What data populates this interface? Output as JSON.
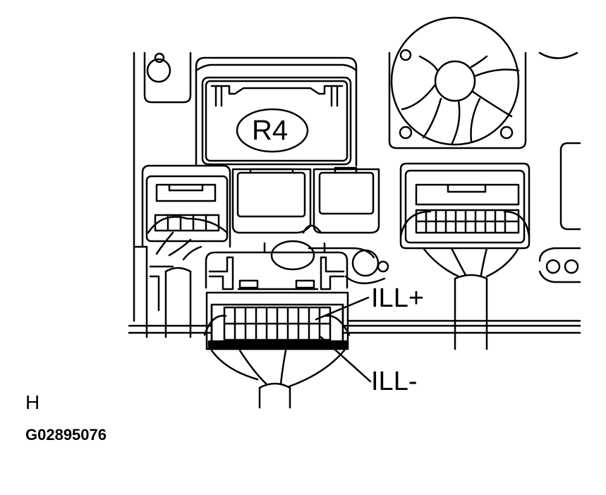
{
  "labels": {
    "connector": "R4",
    "terminal_plus": "ILL+",
    "terminal_minus": "ILL-",
    "view": "H",
    "figure_code": "G02895076"
  }
}
